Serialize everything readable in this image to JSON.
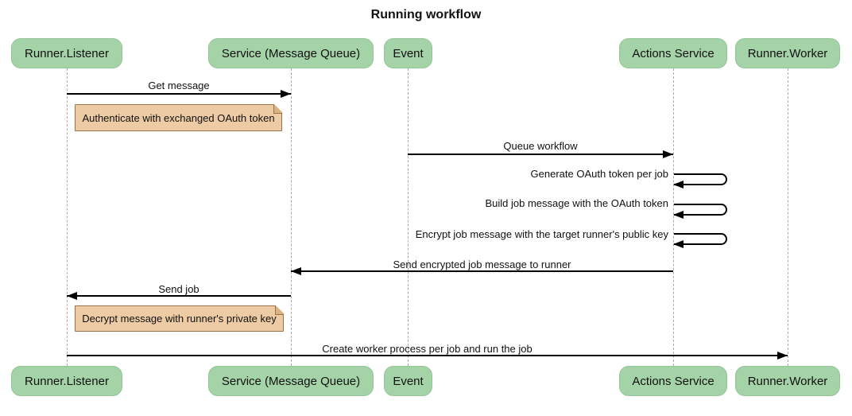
{
  "title": "Running workflow",
  "participants": [
    {
      "label": "Runner.Listener"
    },
    {
      "label": "Service (Message Queue)"
    },
    {
      "label": "Event"
    },
    {
      "label": "Actions Service"
    },
    {
      "label": "Runner.Worker"
    }
  ],
  "messages": [
    {
      "label": "Get message",
      "from": "Runner.Listener",
      "to": "Service (Message Queue)",
      "type": "solid-arrow"
    },
    {
      "label": "Queue workflow",
      "from": "Event",
      "to": "Actions Service",
      "type": "solid-arrow"
    },
    {
      "label": "Generate OAuth token per job",
      "from": "Actions Service",
      "to": "Actions Service",
      "type": "self"
    },
    {
      "label": "Build job message with the OAuth token",
      "from": "Actions Service",
      "to": "Actions Service",
      "type": "self"
    },
    {
      "label": "Encrypt job message with the target runner's public key",
      "from": "Actions Service",
      "to": "Actions Service",
      "type": "self"
    },
    {
      "label": "Send encrypted job message to runner",
      "from": "Actions Service",
      "to": "Service (Message Queue)",
      "type": "solid-arrow"
    },
    {
      "label": "Send job",
      "from": "Service (Message Queue)",
      "to": "Runner.Listener",
      "type": "solid-arrow"
    },
    {
      "label": "Create worker process per job and run the job",
      "from": "Runner.Listener",
      "to": "Runner.Worker",
      "type": "solid-arrow"
    }
  ],
  "notes": [
    {
      "label": "Authenticate with exchanged OAuth token",
      "position": "right of Runner.Listener"
    },
    {
      "label": "Decrypt message with runner's private key",
      "position": "right of Runner.Listener"
    }
  ],
  "colors": {
    "participant_fill": "#a5d3a8",
    "participant_border": "#95c498",
    "note_fill": "#edcba4",
    "note_border": "#9a7448",
    "note_fold": "#d9b182",
    "arrow": "#000000",
    "lifeline": "#ababab",
    "background": "#ffffff",
    "text": "#111111"
  }
}
